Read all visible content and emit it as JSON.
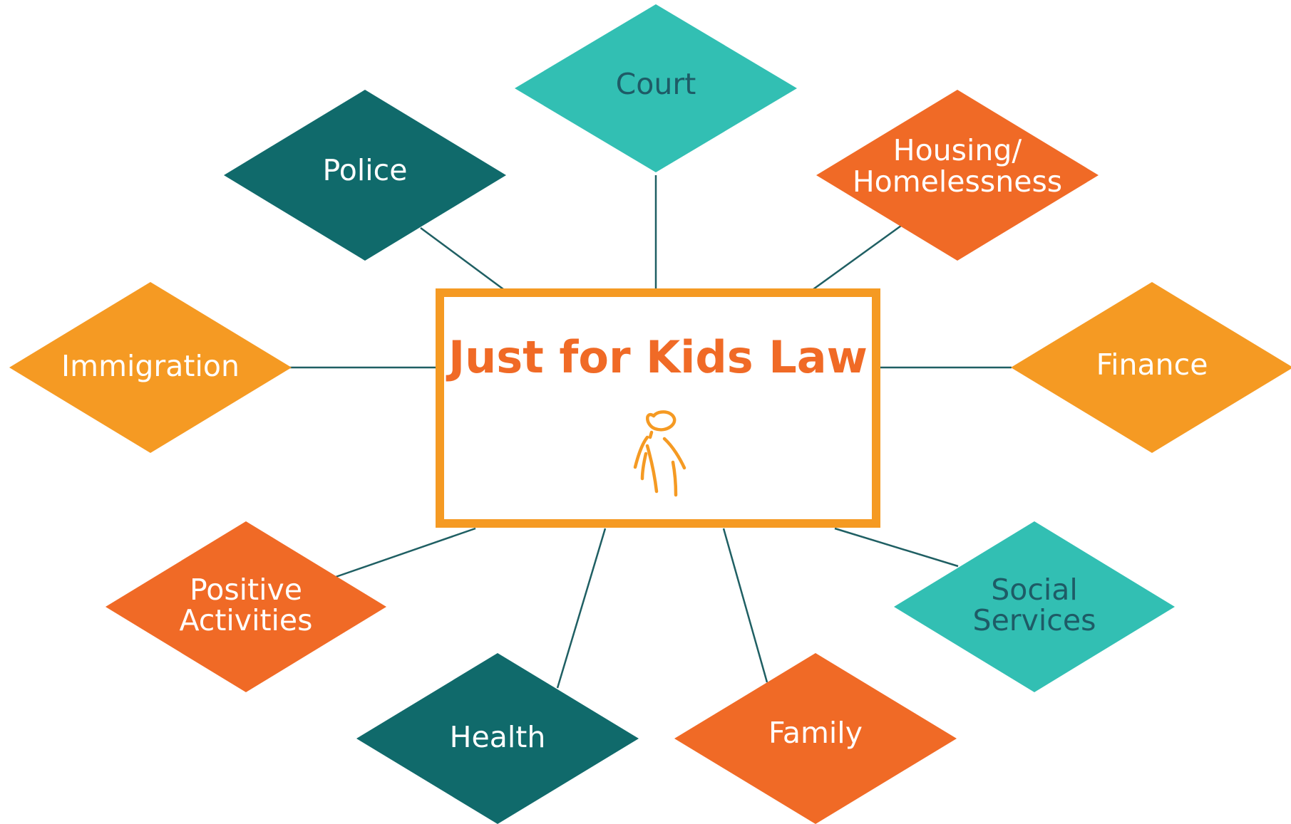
{
  "center": {
    "title": "Just for Kids Law",
    "figure_icon": "child-figure-icon",
    "title_color": "#f06a26",
    "frame_color": "#f59a23"
  },
  "colors": {
    "dark_teal": "#106a6b",
    "teal": "#32bfb3",
    "orange": "#f06a26",
    "amber": "#f59a23",
    "connector": "#1f5f63",
    "label_light": "#ffffff",
    "label_dark": "#1e5b66"
  },
  "nodes": [
    {
      "id": "court",
      "lines": [
        "Court"
      ],
      "fill": "#32bfb3",
      "text_color": "#1e5b66"
    },
    {
      "id": "police",
      "lines": [
        "Police"
      ],
      "fill": "#106a6b",
      "text_color": "#ffffff"
    },
    {
      "id": "housing",
      "lines": [
        "Housing/",
        "Homelessness"
      ],
      "fill": "#f06a26",
      "text_color": "#ffffff"
    },
    {
      "id": "immigration",
      "lines": [
        "Immigration"
      ],
      "fill": "#f59a23",
      "text_color": "#ffffff"
    },
    {
      "id": "finance",
      "lines": [
        "Finance"
      ],
      "fill": "#f59a23",
      "text_color": "#ffffff"
    },
    {
      "id": "positive",
      "lines": [
        "Positive",
        "Activities"
      ],
      "fill": "#f06a26",
      "text_color": "#ffffff"
    },
    {
      "id": "social",
      "lines": [
        "Social",
        "Services"
      ],
      "fill": "#32bfb3",
      "text_color": "#1e5b66"
    },
    {
      "id": "health",
      "lines": [
        "Health"
      ],
      "fill": "#106a6b",
      "text_color": "#ffffff"
    },
    {
      "id": "family",
      "lines": [
        "Family"
      ],
      "fill": "#f06a26",
      "text_color": "#ffffff"
    }
  ]
}
